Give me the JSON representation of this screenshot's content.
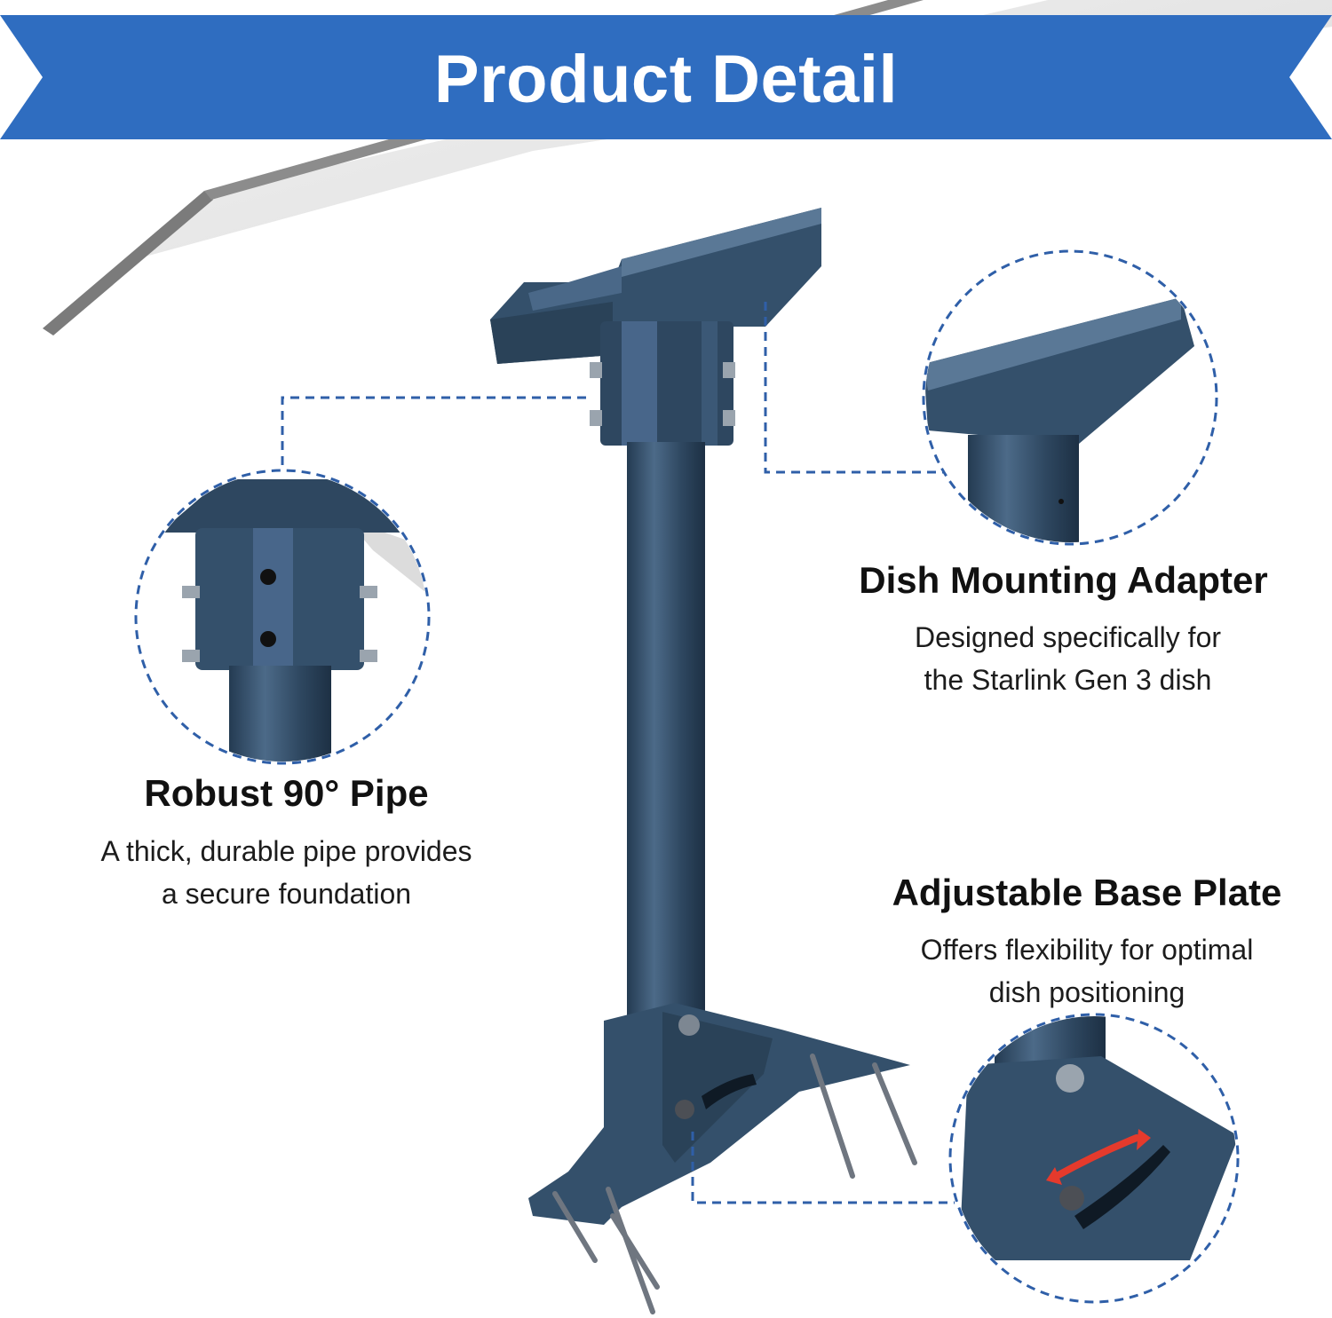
{
  "banner": {
    "title": "Product Detail",
    "color": "#2f6dc0"
  },
  "colors": {
    "mount": "#2e4760",
    "mount_dark": "#1f3247",
    "mount_light": "#46627e",
    "dashed_line": "#2f5fa8",
    "arrow": "#e53a2c"
  },
  "features": {
    "pipe": {
      "title": "Robust 90° Pipe",
      "desc_lines": [
        "A thick, durable pipe provides",
        "a secure foundation"
      ]
    },
    "adapter": {
      "title": "Dish Mounting Adapter",
      "desc_lines": [
        "Designed specifically for",
        "the Starlink Gen 3 dish"
      ]
    },
    "base": {
      "title": "Adjustable Base Plate",
      "desc_lines": [
        "Offers flexibility for optimal",
        "dish positioning"
      ]
    }
  }
}
